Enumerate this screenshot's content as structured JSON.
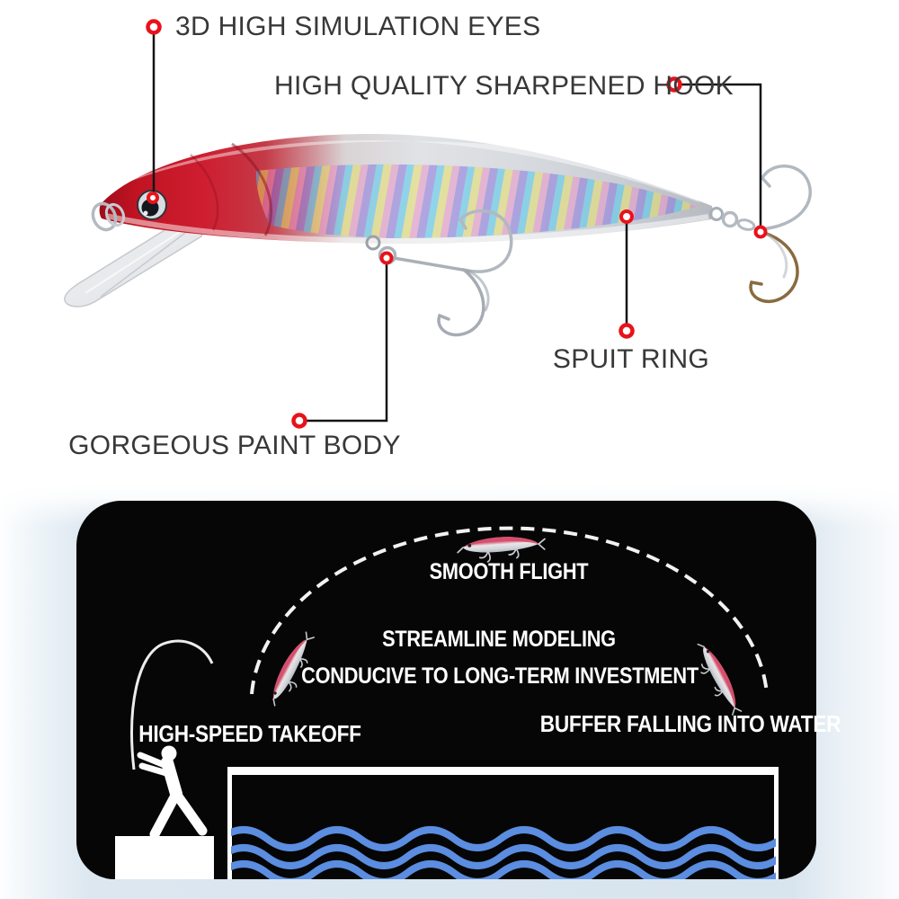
{
  "product_callouts": {
    "eyes_label": "3D HIGH SIMULATION EYES",
    "hook_label": "HIGH QUALITY SHARPENED HOOK",
    "spuit_label": "SPUIT RING",
    "paint_label": "GORGEOUS PAINT BODY"
  },
  "flight_diagram": {
    "smooth_flight": "SMOOTH FLIGHT",
    "streamline": "STREAMLINE MODELING",
    "conducive": "CONDUCIVE TO LONG-TERM INVESTMENT",
    "takeoff": "HIGH-SPEED TAKEOFF",
    "buffer": "BUFFER FALLING INTO WATER"
  },
  "colors": {
    "marker_red": "#e8121a",
    "callout_text": "#383838",
    "panel_black": "#060606",
    "wave_blue": "#5b8de0",
    "diagram_text": "#ffffff",
    "lure_head_red": "#c11322",
    "lure_body_silver": "#d8dbdf",
    "section_bg_blue": "#d8e4ee"
  }
}
